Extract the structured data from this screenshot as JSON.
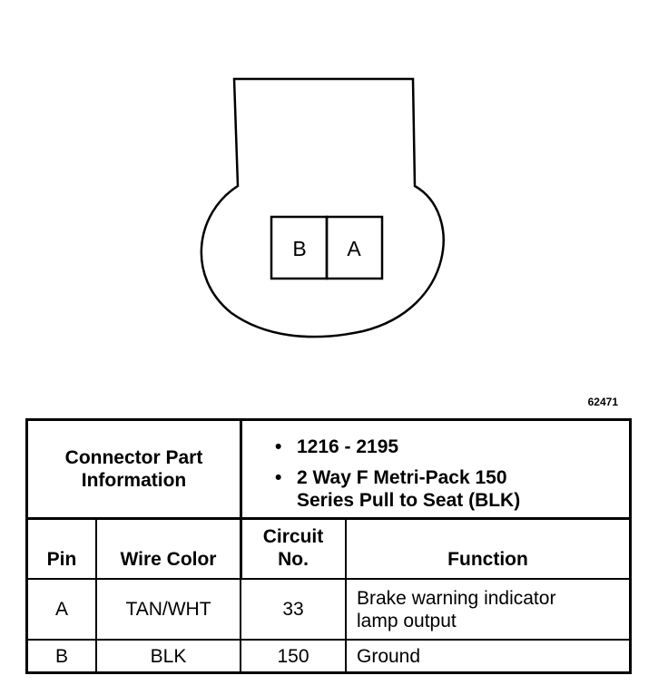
{
  "connector": {
    "pins": [
      {
        "label": "B"
      },
      {
        "label": "A"
      }
    ]
  },
  "figure_number": "62471",
  "part_info": {
    "title_line1": "Connector Part",
    "title_line2": "Information",
    "bullets": [
      {
        "text": "1216 - 2195"
      },
      {
        "line1": "2 Way F Metri-Pack 150",
        "line2": "Series Pull to Seat (BLK)"
      }
    ],
    "bullet_symbol": "•"
  },
  "table": {
    "headers": {
      "pin": "Pin",
      "wire_color": "Wire Color",
      "circuit_line1": "Circuit",
      "circuit_line2": "No.",
      "function": "Function"
    },
    "rows": [
      {
        "pin": "A",
        "wire_color": "TAN/WHT",
        "circuit": "33",
        "function_line1": "Brake warning indicator",
        "function_line2": "lamp output"
      },
      {
        "pin": "B",
        "wire_color": "BLK",
        "circuit": "150",
        "function_line1": "Ground",
        "function_line2": ""
      }
    ]
  }
}
